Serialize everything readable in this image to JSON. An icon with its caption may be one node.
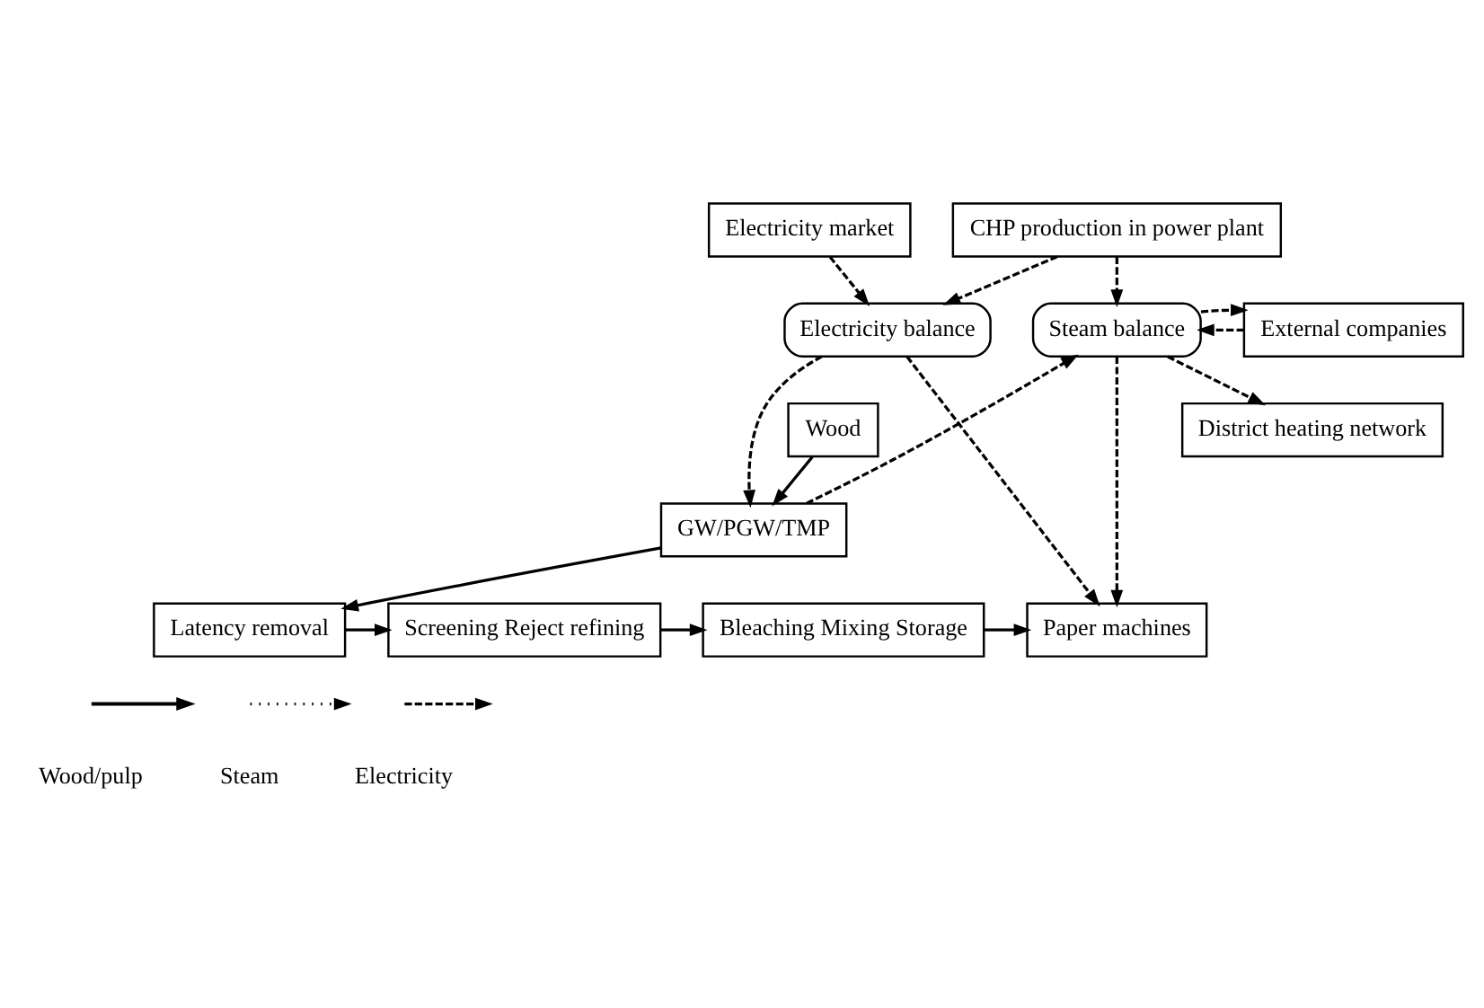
{
  "diagram": {
    "nodes": [
      {
        "text": [
          "Electricity market"
        ]
      },
      {
        "text": [
          "CHP production in power plant"
        ]
      },
      {
        "text": [
          "Electricity balance"
        ]
      },
      {
        "text": [
          "Steam balance"
        ]
      },
      {
        "text": [
          "External companies"
        ]
      },
      {
        "text": [
          "District heating network"
        ]
      },
      {
        "text": [
          "Wood"
        ]
      },
      {
        "text": [
          "GW/PGW/TMP"
        ]
      },
      {
        "text": [
          "Latency removal"
        ]
      },
      {
        "text": [
          "Screening Reject refining"
        ]
      },
      {
        "text": [
          "Bleaching Mixing Storage"
        ]
      },
      {
        "text": [
          "Paper machines"
        ]
      }
    ],
    "edges": [
      {
        "from": 0,
        "to": 2,
        "arrow": "to",
        "style": "dashed"
      },
      {
        "from": 1,
        "to": 2,
        "arrow": "to",
        "style": "dashed"
      },
      {
        "from": 1,
        "to": 3,
        "arrow": "to",
        "style": "dashed"
      },
      {
        "from": 4,
        "to": 3,
        "arrow": "to",
        "style": "dashed"
      },
      {
        "from": 3,
        "to": 4,
        "arrow": "to",
        "style": "dashed"
      },
      {
        "from": 3,
        "to": 5,
        "arrow": "to",
        "style": "dashed"
      },
      {
        "from": 7,
        "to": 3,
        "arrow": "to",
        "style": "dashed"
      },
      {
        "from": 3,
        "to": 11,
        "arrow": "to",
        "style": "dashed"
      },
      {
        "from": 2,
        "to": 7,
        "arrow": "to",
        "style": "dashed"
      },
      {
        "from": 2,
        "to": 11,
        "arrow": "to",
        "style": "dashed"
      },
      {
        "from": 6,
        "to": 7,
        "arrow": "to"
      },
      {
        "from": 7,
        "to": 8,
        "arrow": "to"
      },
      {
        "from": 8,
        "to": 9,
        "arrow": "to"
      },
      {
        "from": 9,
        "to": 10,
        "arrow": "to"
      },
      {
        "from": 10,
        "to": 11,
        "arrow": "to"
      }
    ],
    "legend": [
      {
        "text": "Wood/pulp"
      },
      {
        "text": "Steam"
      },
      {
        "text": "Electricity"
      }
    ]
  }
}
